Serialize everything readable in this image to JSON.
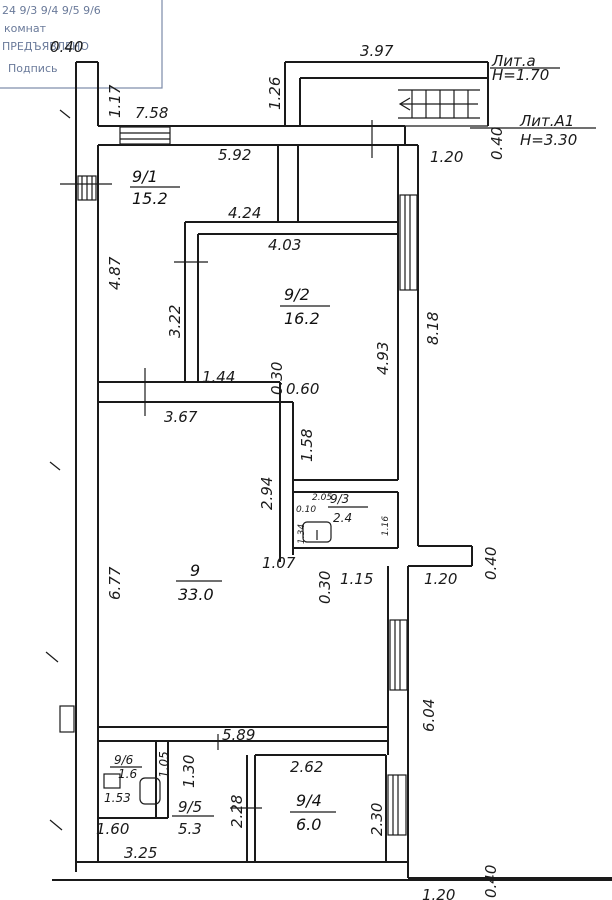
{
  "stamp": {
    "line1": "24 9/3 9/4 9/5 9/6",
    "line2": "комнат",
    "line3": "ПРЕДЪЯВЛЕНО",
    "line4": "Подпись"
  },
  "levels": {
    "lit_a": {
      "name": "Лит.а",
      "height": "H=1.70"
    },
    "lit_a1": {
      "name": "Лит.А1",
      "height": "H=3.30"
    }
  },
  "rooms": [
    {
      "id": "9/1",
      "area": "15.2"
    },
    {
      "id": "9/2",
      "area": "16.2"
    },
    {
      "id": "9/3",
      "area": "2.4"
    },
    {
      "id": "9",
      "area": "33.0"
    },
    {
      "id": "9/6",
      "area": "1.6"
    },
    {
      "id": "9/5",
      "area": "5.3"
    },
    {
      "id": "9/4",
      "area": "6.0"
    }
  ],
  "dimensions": {
    "d_0_40_top": "0.40",
    "d_3_97": "3.97",
    "d_1_17": "1.17",
    "d_1_26": "1.26",
    "d_7_58": "7.58",
    "d_0_40_entry": "0.40",
    "d_5_92": "5.92",
    "d_1_20_top": "1.20",
    "d_4_24": "4.24",
    "d_4_87": "4.87",
    "d_4_03": "4.03",
    "d_8_18": "8.18",
    "d_3_22": "3.22",
    "d_4_93": "4.93",
    "d_0_30_a": "0.30",
    "d_1_44": "1.44",
    "d_0_60": "0.60",
    "d_3_67": "3.67",
    "d_1_58": "1.58",
    "d_2_94": "2.94",
    "d_2_05": "2.05",
    "d_0_10": "0.10",
    "d_1_34": "1.34",
    "d_1_16": "1.16",
    "d_0_40_mid": "0.40",
    "d_6_77": "6.77",
    "d_1_07": "1.07",
    "d_0_30_b": "0.30",
    "d_1_15": "1.15",
    "d_1_20_mid": "1.20",
    "d_6_04": "6.04",
    "d_5_89": "5.89",
    "d_1_05": "1.05",
    "d_1_30": "1.30",
    "d_2_62": "2.62",
    "d_1_53": "1.53",
    "d_2_28": "2.28",
    "d_2_30": "2.30",
    "d_1_60": "1.60",
    "d_3_25": "3.25",
    "d_0_40_bottom": "0.40",
    "d_1_20_bottom": "1.20"
  }
}
